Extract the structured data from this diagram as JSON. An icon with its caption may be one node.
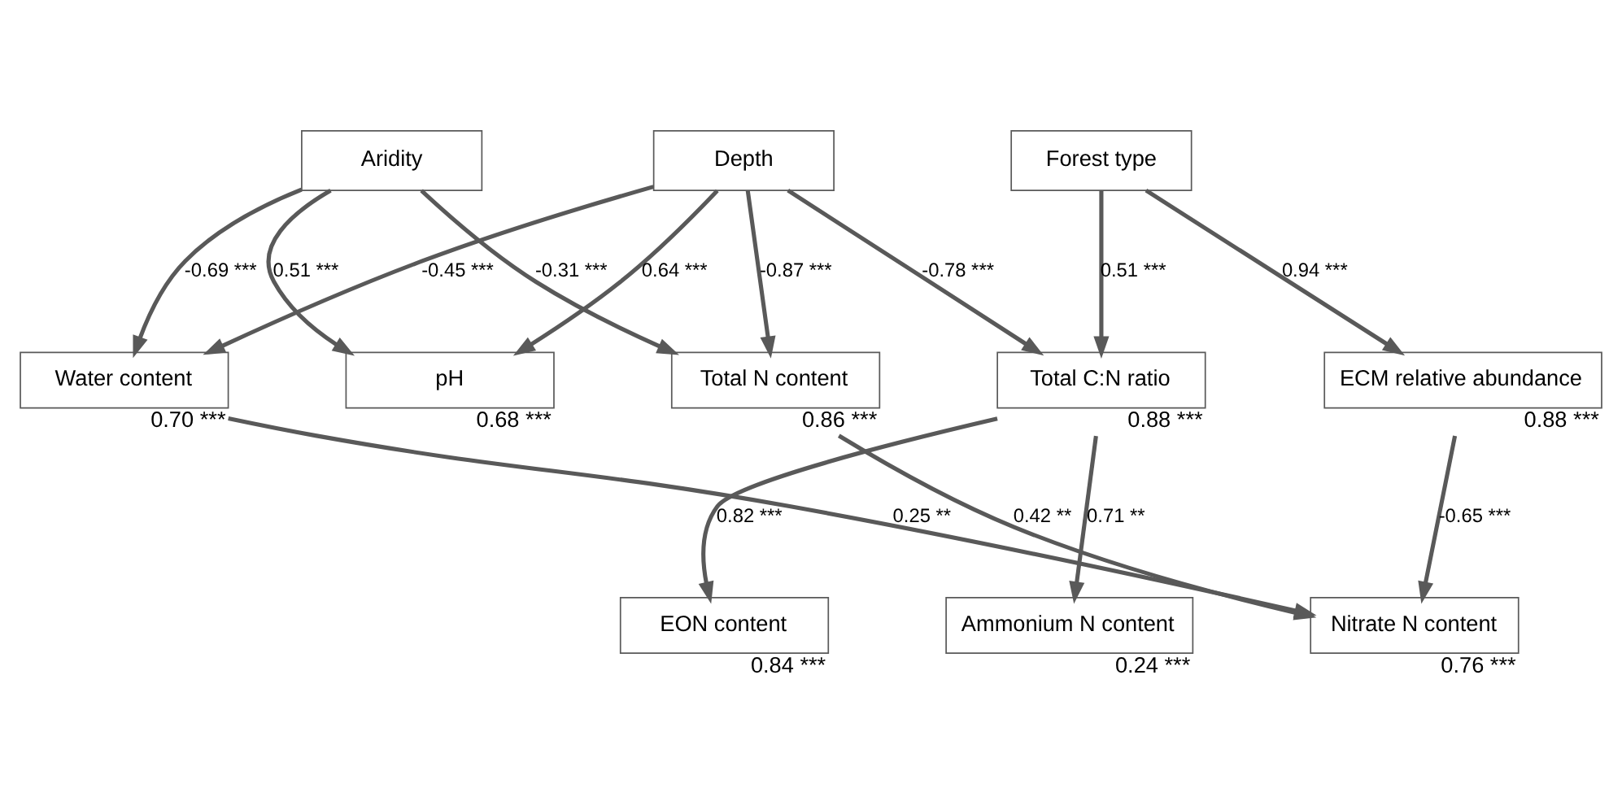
{
  "diagram": {
    "nodes": [
      {
        "text": [
          "Aridity"
        ]
      },
      {
        "text": [
          "Depth"
        ]
      },
      {
        "text": [
          "Forest type"
        ]
      },
      {
        "text": [
          "Water content"
        ],
        "beside": [
          "0.70 ***"
        ]
      },
      {
        "text": [
          "pH"
        ],
        "beside": [
          "0.68 ***"
        ]
      },
      {
        "text": [
          "Total N content"
        ],
        "beside": [
          "0.86 ***"
        ]
      },
      {
        "text": [
          "Total C:N ratio"
        ],
        "beside": [
          "0.88 ***"
        ]
      },
      {
        "text": [
          "ECM relative abundance"
        ],
        "beside": [
          "0.88 ***"
        ]
      },
      {
        "text": [
          "EON content"
        ],
        "beside": [
          "0.84 ***"
        ]
      },
      {
        "text": [
          "Ammonium N content"
        ],
        "beside": [
          "0.24 ***"
        ]
      },
      {
        "text": [
          "Nitrate N content"
        ],
        "beside": [
          "0.76 ***"
        ]
      }
    ],
    "edges": [
      {
        "from": 0,
        "to": 3,
        "arrow": "to",
        "label": "-0.69 ***"
      },
      {
        "from": 0,
        "to": 4,
        "arrow": "to",
        "label": "0.51 ***"
      },
      {
        "from": 0,
        "to": 5,
        "arrow": "to",
        "label": "-0.31 ***"
      },
      {
        "from": 1,
        "to": 3,
        "arrow": "to",
        "label": "-0.45 ***"
      },
      {
        "from": 1,
        "to": 4,
        "arrow": "to",
        "label": "0.64 ***"
      },
      {
        "from": 1,
        "to": 5,
        "arrow": "to",
        "label": "-0.87 ***"
      },
      {
        "from": 1,
        "to": 6,
        "arrow": "to",
        "label": "-0.78 ***"
      },
      {
        "from": 2,
        "to": 6,
        "arrow": "to",
        "label": "0.51 ***"
      },
      {
        "from": 2,
        "to": 7,
        "arrow": "to",
        "label": "0.94 ***"
      },
      {
        "from": 3,
        "to": 10,
        "arrow": "to",
        "label": "0.25 **"
      },
      {
        "from": 5,
        "to": 10,
        "arrow": "to",
        "label": "0.42 **"
      },
      {
        "from": 6,
        "to": 8,
        "arrow": "to",
        "label": "0.82 ***"
      },
      {
        "from": 6,
        "to": 9,
        "arrow": "to",
        "label": "0.71 **"
      },
      {
        "from": 7,
        "to": 10,
        "arrow": "to",
        "label": "-0.65 ***"
      }
    ]
  }
}
